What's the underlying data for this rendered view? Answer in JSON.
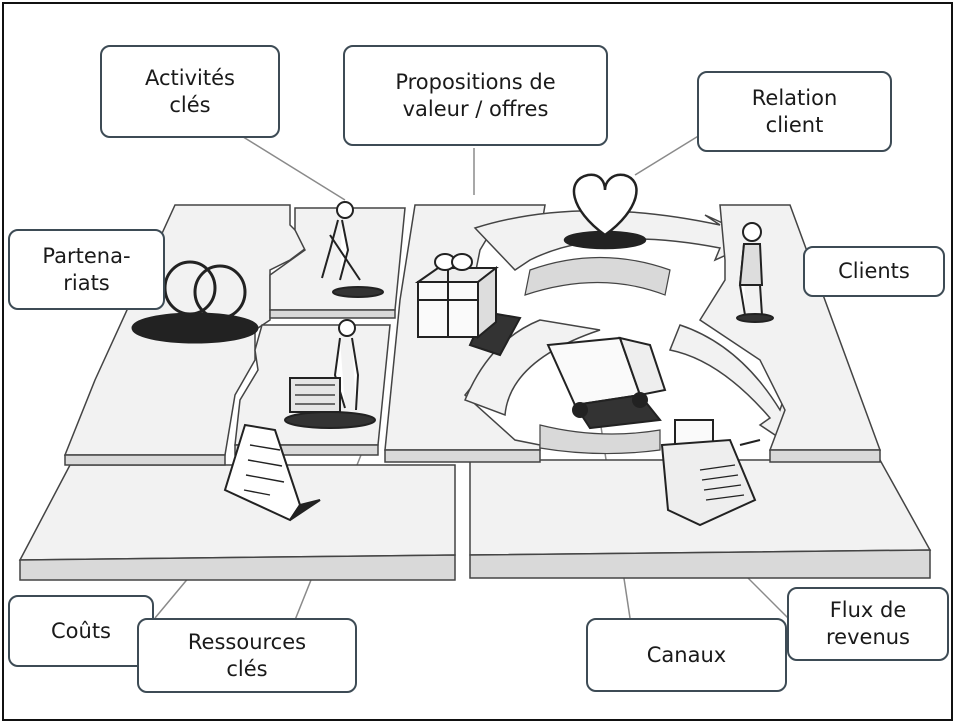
{
  "labels": {
    "activites": {
      "line1": "Activités",
      "line2": "clés"
    },
    "propositions": {
      "line1": "Propositions de",
      "line2": "valeur / offres"
    },
    "relation": {
      "line1": "Relation",
      "line2": "client"
    },
    "partenariats": {
      "line1": "Partena-",
      "line2": "riats"
    },
    "clients": {
      "line1": "Clients"
    },
    "couts": {
      "line1": "Coûts"
    },
    "ressources": {
      "line1": "Ressources",
      "line2": "clés"
    },
    "canaux": {
      "line1": "Canaux"
    },
    "flux": {
      "line1": "Flux de",
      "line2": "revenus"
    }
  },
  "colors": {
    "border": "#3d4b55",
    "line": "#8a8a8a",
    "block_top": "#f2f2f2",
    "block_side": "#d9d9d9"
  },
  "icons": [
    "handshake-rings-icon",
    "worker-digging-icon",
    "worker-building-icon",
    "gift-box-icon",
    "heart-icon",
    "standing-person-icon",
    "delivery-truck-icon",
    "cash-register-icon",
    "invoice-paper-icon"
  ]
}
